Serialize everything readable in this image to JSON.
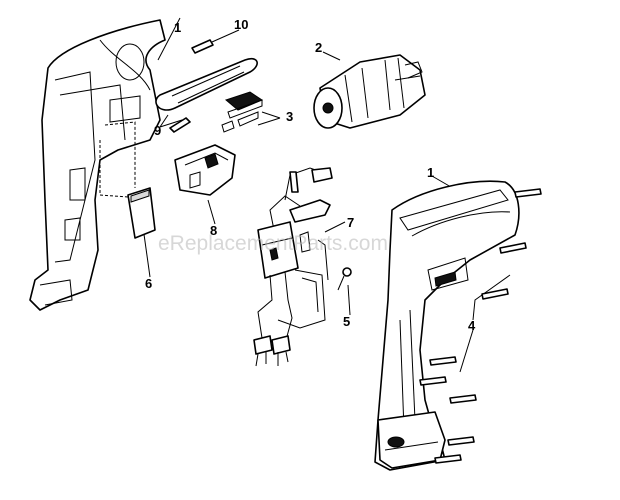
{
  "watermark": "eReplacementParts.com",
  "callouts": {
    "housing_left": "1",
    "housing_right": "1",
    "motor": "2",
    "switch_parts": "3",
    "screws": "4",
    "screw": "5",
    "button": "6",
    "switch_wiring": "7",
    "switch_cover": "8",
    "lever": "9",
    "pin": "10"
  }
}
